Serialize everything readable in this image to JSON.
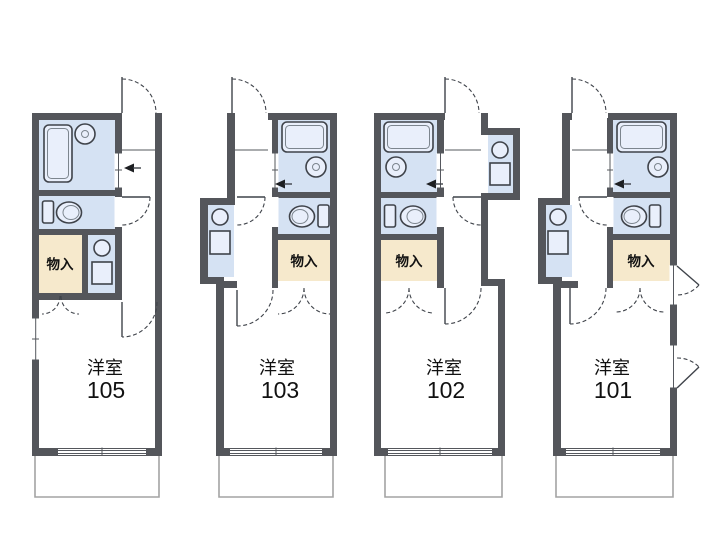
{
  "document": {
    "type": "apartment-floor-plan",
    "background": "#ffffff"
  },
  "units": [
    {
      "unit_id": "105",
      "room_label": "洋室",
      "room_number": "105",
      "closet_label": "物入"
    },
    {
      "unit_id": "103",
      "room_label": "洋室",
      "room_number": "103",
      "closet_label": "物入"
    },
    {
      "unit_id": "102",
      "room_label": "洋室",
      "room_number": "102",
      "closet_label": "物入"
    },
    {
      "unit_id": "101",
      "room_label": "洋室",
      "room_number": "101",
      "closet_label": "物入"
    }
  ],
  "colors": {
    "wall": "#54565b",
    "wet_area": "#d5e2f3",
    "closet_area": "#f6e9cc",
    "fixture_fill": "#e9effb",
    "line": "#3f434a",
    "balcony_rail": "#a3a3a3",
    "text": "#111111"
  }
}
